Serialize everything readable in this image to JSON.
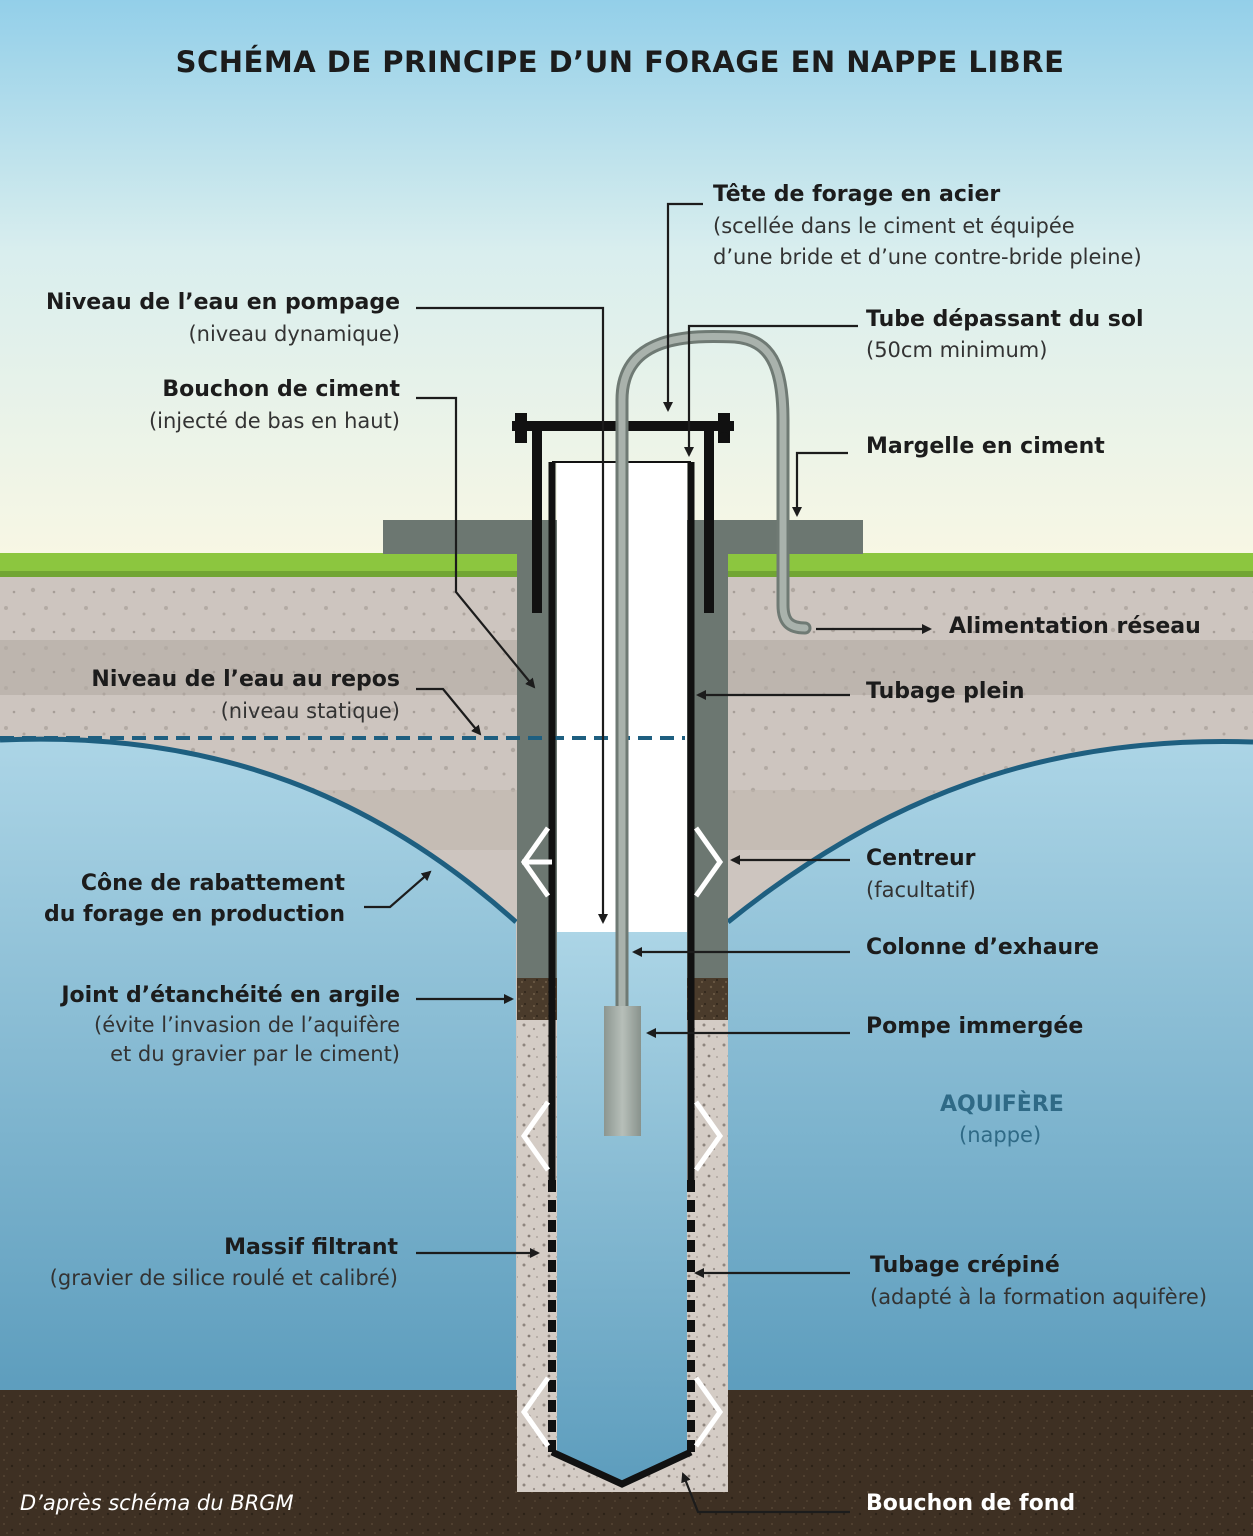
{
  "title": "SCHÉMA DE PRINCIPE D’UN FORAGE EN NAPPE LIBRE",
  "labels": {
    "tete_forage": {
      "title": "Tête de forage en acier",
      "sub1": "(scellée dans le ciment et équipée",
      "sub2": "d’une bride et d’une contre-bride pleine)"
    },
    "niveau_pompage": {
      "title": "Niveau de l’eau en pompage",
      "sub": "(niveau dynamique)"
    },
    "tube_depassant": {
      "title": "Tube dépassant du sol",
      "sub": "(50cm minimum)"
    },
    "bouchon_ciment": {
      "title": "Bouchon de ciment",
      "sub": "(injecté de bas en haut)"
    },
    "margelle": {
      "title": "Margelle en ciment"
    },
    "alimentation": {
      "title": "Alimentation réseau"
    },
    "niveau_repos": {
      "title": "Niveau de l’eau au repos",
      "sub": "(niveau statique)"
    },
    "tubage_plein": {
      "title": "Tubage plein"
    },
    "centreur": {
      "title": "Centreur",
      "sub": "(facultatif)"
    },
    "cone": {
      "title1": "Cône de rabattement",
      "title2": "du forage en production"
    },
    "colonne": {
      "title": "Colonne d’exhaure"
    },
    "joint": {
      "title": "Joint d’étanchéité en argile",
      "sub1": "(évite l’invasion de l’aquifère",
      "sub2": "et du gravier par le ciment)"
    },
    "pompe": {
      "title": "Pompe immergée"
    },
    "aquifere": {
      "title": "AQUIFÈRE",
      "sub": "(nappe)"
    },
    "massif": {
      "title": "Massif filtrant",
      "sub": "(gravier de silice roulé et calibré)"
    },
    "tubage_crepine": {
      "title": "Tubage crépiné",
      "sub": "(adapté à la formation aquifère)"
    },
    "bouchon_fond": {
      "title": "Bouchon de fond"
    }
  },
  "credit": "D’après schéma du BRGM",
  "colors": {
    "sky_top": "#93cfe9",
    "sky_bottom": "#f7f7e6",
    "grass": "#8cc63f",
    "soil": "#cbc3bd",
    "water_top": "#a9d4e6",
    "water_bottom": "#5f9fc0",
    "cement": "#6c7771",
    "bedrock": "#3d2f22",
    "cone_line": "#1e5f80"
  }
}
